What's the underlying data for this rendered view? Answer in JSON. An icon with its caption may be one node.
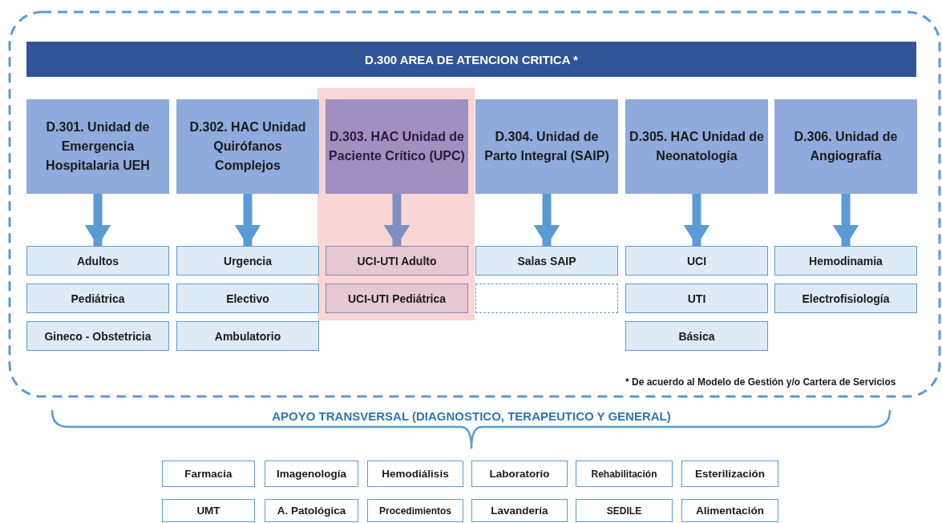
{
  "diagram": {
    "nodes": [
      {
        "text": [
          "D.300 AREA DE ATENCION CRITICA *"
        ]
      },
      {
        "text": [
          "D.301. Unidad de Emergencia Hospitalaria UEH"
        ]
      },
      {
        "text": [
          "D.302. HAC Unidad Quirófanos Complejos"
        ]
      },
      {
        "text": [
          "D.303. HAC Unidad de Paciente Crítico (UPC)"
        ]
      },
      {
        "text": [
          "D.304. Unidad de Parto Integral (SAIP)"
        ]
      },
      {
        "text": [
          "D.305. HAC Unidad de Neonatología"
        ]
      },
      {
        "text": [
          "D.306. Unidad de Angiografía"
        ]
      },
      {
        "text": [
          "Adultos"
        ]
      },
      {
        "text": [
          "Pediátrica"
        ]
      },
      {
        "text": [
          "Gineco - Obstetricia"
        ]
      },
      {
        "text": [
          "Urgencia"
        ]
      },
      {
        "text": [
          "Electivo"
        ]
      },
      {
        "text": [
          "Ambulatorio"
        ]
      },
      {
        "text": [
          "UCI-UTI Adulto"
        ]
      },
      {
        "text": [
          "UCI-UTI Pediátrica"
        ]
      },
      {
        "text": [
          "Salas SAIP"
        ]
      },
      {
        "text": [],
        "shape": "box"
      },
      {
        "text": [
          "UCI"
        ]
      },
      {
        "text": [
          "UTI"
        ]
      },
      {
        "text": [
          "Básica"
        ]
      },
      {
        "text": [
          "Hemodinamia"
        ]
      },
      {
        "text": [
          "Electrofisiología"
        ]
      },
      {
        "text": [
          "Farmacia"
        ]
      },
      {
        "text": [
          "Imagenología"
        ]
      },
      {
        "text": [
          "Hemodiálisis"
        ]
      },
      {
        "text": [
          "Laboratorio"
        ]
      },
      {
        "text": [
          "Rehabilitación"
        ]
      },
      {
        "text": [
          "Esterilización"
        ]
      },
      {
        "text": [
          "UMT"
        ]
      },
      {
        "text": [
          "A. Patológica"
        ]
      },
      {
        "text": [
          "Procedimientos"
        ]
      },
      {
        "text": [
          "Lavandería"
        ]
      },
      {
        "text": [
          "SEDILE"
        ]
      },
      {
        "text": [
          "Alimentación"
        ]
      }
    ],
    "edges": [
      {
        "from": 1,
        "to": 7,
        "arrow": "to"
      },
      {
        "from": 2,
        "to": 10,
        "arrow": "to"
      },
      {
        "from": 3,
        "to": 13,
        "arrow": "to",
        "color": "#7f8fbf"
      },
      {
        "from": 4,
        "to": 15,
        "arrow": "to"
      },
      {
        "from": 5,
        "to": 17,
        "arrow": "to"
      },
      {
        "from": 6,
        "to": 20,
        "arrow": "to"
      }
    ],
    "labels": [
      "* De acuerdo al Modelo de Gestión y/o Cartera de Servicios",
      "APOYO TRANSVERSAL (DIAGNOSTICO, TERAPEUTICO Y GENERAL)"
    ]
  }
}
